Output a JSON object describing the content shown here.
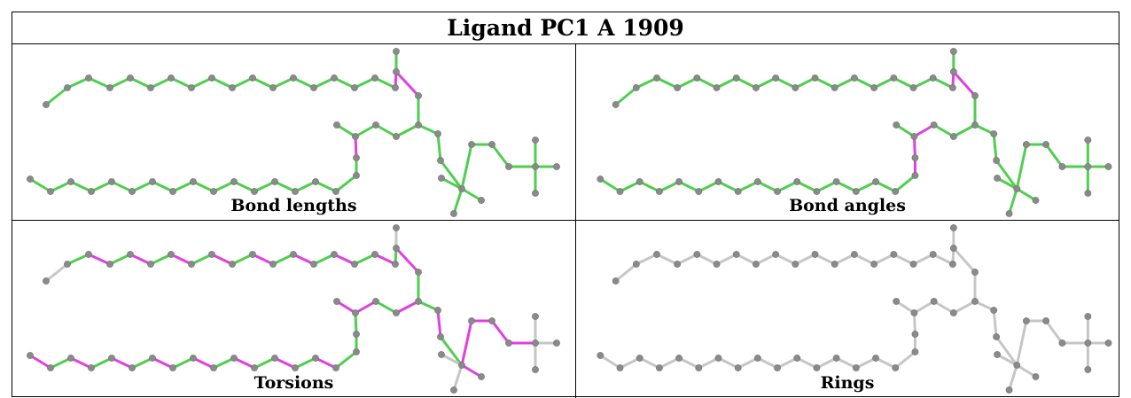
{
  "title": "Ligand PC1 A 1909",
  "colors": {
    "good": "#4fce4f",
    "outlier": "#e040e0",
    "neutral": "#c6c6c6",
    "atom": "#8a8a8a"
  },
  "panels": [
    {
      "label": "Bond lengths",
      "mode": "bond"
    },
    {
      "label": "Bond angles",
      "mode": "angle"
    },
    {
      "label": "Torsions",
      "mode": "torsion"
    },
    {
      "label": "Rings",
      "mode": "neutral"
    }
  ]
}
